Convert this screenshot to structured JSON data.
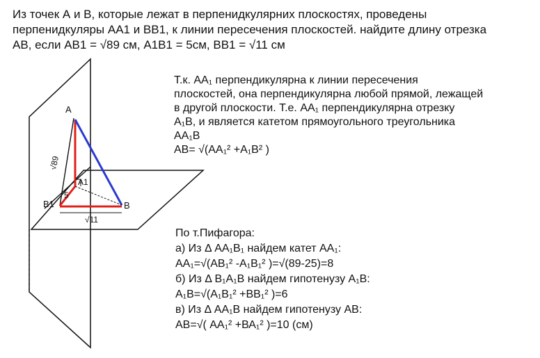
{
  "problem": {
    "line1": "Из точек А и В, которые лежат в перпенидкулярних плоскостях, проведены",
    "line2": "перпенидкуляры АА1 и ВВ1, к линии пересечения плоскостей. найдите длину отрезка",
    "line3": "АВ, если АВ1 = √89 см, А1В1 = 5см, ВВ1 = √11 см"
  },
  "figure": {
    "label_A": "A",
    "label_A1": "A1",
    "label_B": "B",
    "label_B1": "B1",
    "label_sqrt89": "√89",
    "label_5": "5",
    "label_sqrt11": "√11",
    "colors": {
      "red": "#e0201a",
      "blue": "#2a3ad0",
      "black": "#111111"
    }
  },
  "explanation": {
    "line1": "Т.к. АА₁ перпендикулярна к линии пересечения",
    "line2": "плоскостей, она перпендикулярна любой прямой, лежащей",
    "line3": "в другой плоскости. Т.е. АА₁  перпендикулярна отрезку",
    "line4": "А₁В, и является  катетом прямоугольного треугольника",
    "line5": "АА₁В",
    "line6": "АВ= √(АА₁² +А₁В² )"
  },
  "solution": {
    "line1": "По т.Пифагора:",
    "line2": "а) Из Δ АА₁В₁ найдем катет АА₁:",
    "line3": "АА₁=√(АВ₁² -А₁В₁² )=√(89-25)=8",
    "line4": "б) Из Δ В₁А₁В найдем гипотенузу А₁В:",
    "line5": "А₁В=√(А₁В₁² +ВВ₁² )=6",
    "line6": "в) Из Δ АА₁В найдем гипотенузу АВ:",
    "line7": "АВ=√( АА₁² +ВА₁² )=10 (см)"
  }
}
